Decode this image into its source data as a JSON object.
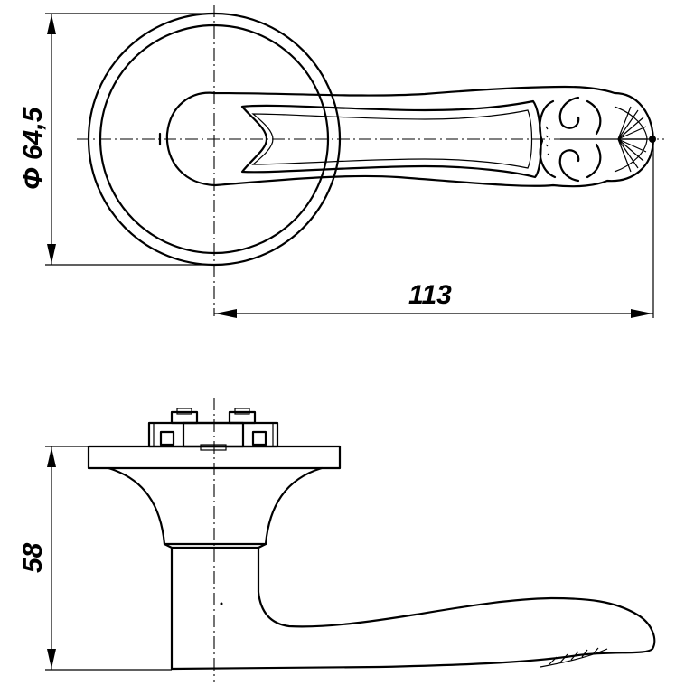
{
  "dimensions": {
    "diameter_label": "Φ 64,5",
    "length_label": "113",
    "height_label": "58"
  },
  "colors": {
    "line": "#000000",
    "background": "#ffffff"
  }
}
